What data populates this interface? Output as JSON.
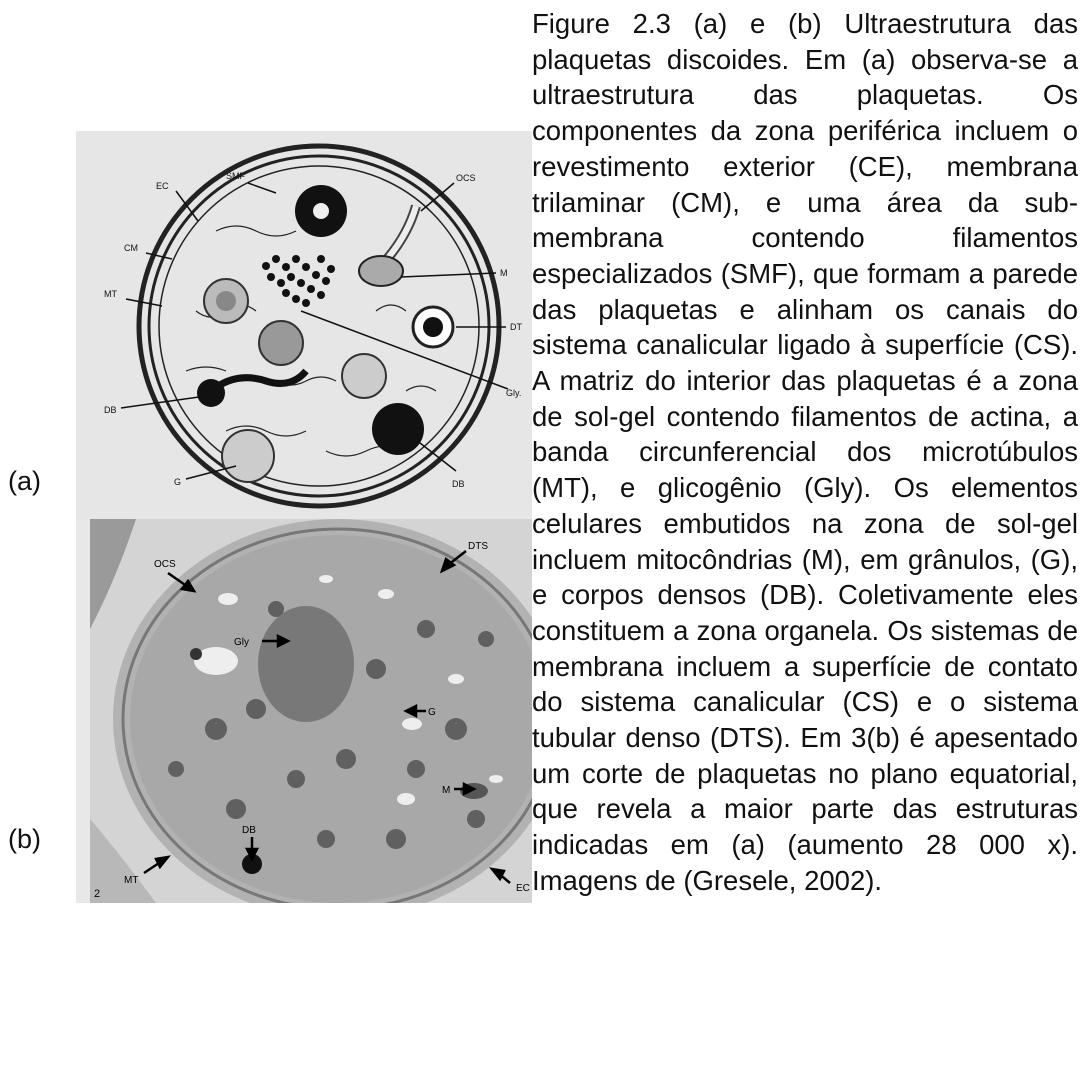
{
  "panels": {
    "a": "(a)",
    "b": "(b)"
  },
  "figure_a": {
    "labels": {
      "smf": "SMF",
      "ec": "EC",
      "cm": "CM",
      "mt": "MT",
      "db_left": "DB",
      "g": "G",
      "db_bottom": "DB",
      "ocs": "OCS",
      "m": "M",
      "dt": "DT",
      "gly": "Gly."
    }
  },
  "figure_b": {
    "labels": {
      "ocs": "OCS",
      "dts": "DTS",
      "gly": "Gly",
      "g": "G",
      "db": "DB",
      "m": "M",
      "mt": "MT",
      "ec": "EC",
      "number": "2"
    }
  },
  "caption": "Figure 2.3 (a) e (b) Ultraestrutura das plaquetas discoides. Em (a) observa-se a ultraestrutura das plaquetas. Os componentes da zona periférica incluem o revestimento exterior (CE), membrana trilaminar (CM), e uma área da sub-membrana contendo filamentos especializados (SMF), que formam a parede das plaquetas e alinham os canais do sistema canalicular ligado à superfície (CS). A matriz do interior das plaquetas é a zona de sol-gel contendo filamentos de actina, a banda circunferencial dos microtúbulos (MT), e glicogênio (Gly). Os elementos celulares embutidos na zona de sol-gel incluem mitocôndrias (M), em grânulos, (G), e corpos densos (DB). Coletivamente eles constituem a zona organela. Os sistemas de membrana incluem a superfície de contato do sistema canalicular (CS) e o sistema tubular denso (DTS). Em 3(b) é apesentado um corte de plaquetas no plano equatorial, que revela a maior parte das estruturas indicadas em (a) (aumento 28 000 x). Imagens de (Gresele, 2002)."
}
